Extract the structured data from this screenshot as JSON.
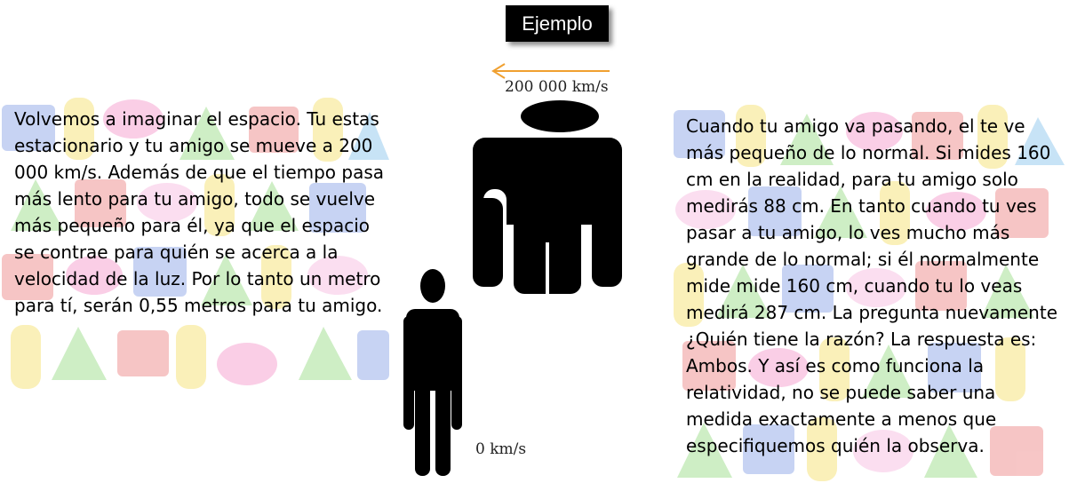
{
  "slide": {
    "title": "Ejemplo",
    "moving_speed": "200 000 km/s",
    "stationary_speed": "0 km/s",
    "left_text": "Volvemos a imaginar el espacio. Tu estas estacionario y tu amigo se mueve a 200 000 km/s. Además de que el tiempo pasa más lento para tu amigo, todo se vuelve más pequeño para él, ya que el espacio se contrae para quién se acerca a la velocidad de la luz. Por lo tanto un metro para tí, serán 0,55 metros para tu amigo.",
    "right_text": "Cuando tu amigo va pasando, el te ve más pequeño de lo normal. Si mides 160 cm en la realidad, para tu amigo solo medirás 88 cm. En tanto cuando tu ves pasar a tu amigo, lo ves mucho más grande de lo normal; si él normalmente mide mide 160 cm, cuando tu lo veas medirá 287 cm. La pregunta nuevamente ¿Quién tiene la razón? La respuesta es: Ambos. Y así es como funciona la relatividad, no se puede saber una medida exactamente a menos que especifiquemos quién la observa."
  },
  "colors": {
    "arrow": "#f0a030",
    "title_bg": "#000000",
    "title_text": "#ffffff",
    "figure": "#000000"
  },
  "icons": {
    "arrow": "arrow-left-icon",
    "large_figure": "person-large-icon",
    "small_figure": "person-small-icon",
    "background_shapes": [
      "cube-icon",
      "cylinder-icon",
      "pyramid-icon",
      "torus-icon",
      "cone-icon"
    ]
  }
}
